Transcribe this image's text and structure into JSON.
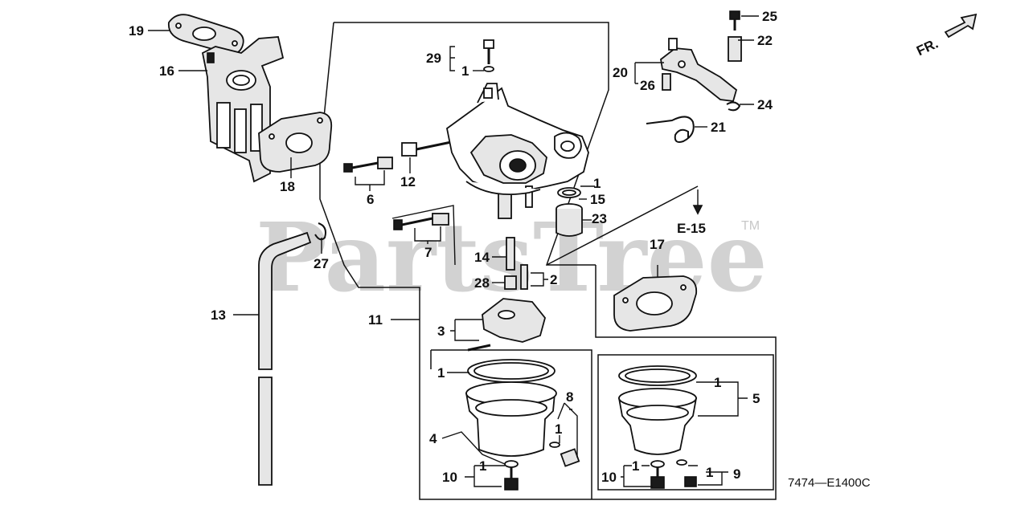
{
  "watermark": "PartsTree",
  "trademark": "TM",
  "direction_label": "FR.",
  "reference_label": "E-15",
  "diagram_code": "7474—E1400C",
  "callouts": {
    "n1": "1",
    "n2": "2",
    "n3": "3",
    "n4": "4",
    "n5": "5",
    "n6": "6",
    "n7": "7",
    "n8": "8",
    "n9": "9",
    "n10": "10",
    "n11": "11",
    "n12": "12",
    "n13": "13",
    "n14": "14",
    "n15": "15",
    "n16": "16",
    "n17": "17",
    "n18": "18",
    "n19": "19",
    "n20": "20",
    "n21": "21",
    "n22": "22",
    "n23": "23",
    "n24": "24",
    "n25": "25",
    "n26": "26",
    "n27": "27",
    "n28": "28",
    "n29": "29"
  },
  "icons": {
    "direction_arrow": "arrow-up-right-icon"
  }
}
